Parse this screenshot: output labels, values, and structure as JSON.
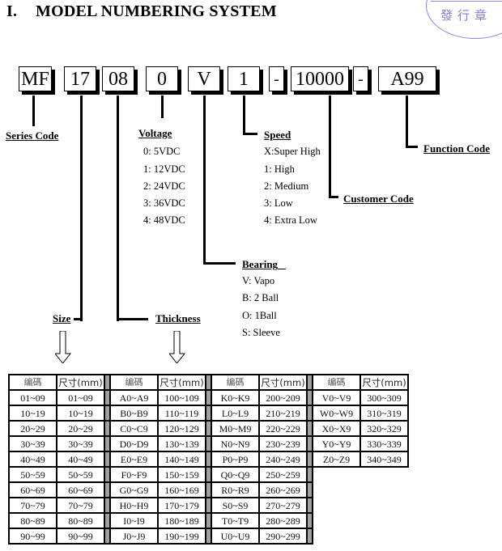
{
  "title": {
    "number": "I.",
    "text": "MODEL NUMBERING SYSTEM"
  },
  "stamp": {
    "text": "發行章",
    "color": "#8080cc"
  },
  "code_boxes": [
    {
      "id": "series",
      "value": "MF"
    },
    {
      "id": "size",
      "value": "17"
    },
    {
      "id": "thickness",
      "value": "08"
    },
    {
      "id": "voltage",
      "value": "0"
    },
    {
      "id": "bearing",
      "value": "V"
    },
    {
      "id": "speed",
      "value": "1"
    },
    {
      "id": "dash1",
      "value": "-"
    },
    {
      "id": "customer",
      "value": "10000"
    },
    {
      "id": "dash2",
      "value": "-"
    },
    {
      "id": "function",
      "value": "A99"
    }
  ],
  "labels": {
    "series": "Series Code",
    "voltage": "Voltage",
    "speed": "Speed",
    "function": "Function Code",
    "customer": "Customer Code",
    "bearing": "Bearing",
    "size": "Size",
    "thickness": "Thickness"
  },
  "voltage_options": [
    "0: 5VDC",
    "1: 12VDC",
    "2: 24VDC",
    "3: 36VDC",
    "4: 48VDC"
  ],
  "speed_options": [
    "X:Super High",
    "1: High",
    "2: Medium",
    "3: Low",
    "4: Extra Low"
  ],
  "bearing_options": [
    "V: Vapo",
    "B: 2 Ball",
    "O: 1Ball",
    "S: Sleeve"
  ],
  "size_table": {
    "headers": {
      "code": "编碼",
      "size": "尺寸(mm)"
    },
    "groups": [
      {
        "rows": [
          [
            "01~09",
            "01~09"
          ],
          [
            "10~19",
            "10~19"
          ],
          [
            "20~29",
            "20~29"
          ],
          [
            "30~39",
            "30~39"
          ],
          [
            "40~49",
            "40~49"
          ],
          [
            "50~59",
            "50~59"
          ],
          [
            "60~69",
            "60~69"
          ],
          [
            "70~79",
            "70~79"
          ],
          [
            "80~89",
            "80~89"
          ],
          [
            "90~99",
            "90~99"
          ]
        ]
      },
      {
        "rows": [
          [
            "A0~A9",
            "100~109"
          ],
          [
            "B0~B9",
            "110~119"
          ],
          [
            "C0~C9",
            "120~129"
          ],
          [
            "D0~D9",
            "130~139"
          ],
          [
            "E0~E9",
            "140~149"
          ],
          [
            "F0~F9",
            "150~159"
          ],
          [
            "G0~G9",
            "160~169"
          ],
          [
            "H0~H9",
            "170~179"
          ],
          [
            "I0~I9",
            "180~189"
          ],
          [
            "J0~J9",
            "190~199"
          ]
        ]
      },
      {
        "rows": [
          [
            "K0~K9",
            "200~209"
          ],
          [
            "L0~L9",
            "210~219"
          ],
          [
            "M0~M9",
            "220~229"
          ],
          [
            "N0~N9",
            "230~239"
          ],
          [
            "P0~P9",
            "240~249"
          ],
          [
            "Q0~Q9",
            "250~259"
          ],
          [
            "R0~R9",
            "260~269"
          ],
          [
            "S0~S9",
            "270~279"
          ],
          [
            "T0~T9",
            "280~289"
          ],
          [
            "U0~U9",
            "290~299"
          ]
        ]
      },
      {
        "rows": [
          [
            "V0~V9",
            "300~309"
          ],
          [
            "W0~W9",
            "310~319"
          ],
          [
            "X0~X9",
            "320~329"
          ],
          [
            "Y0~Y9",
            "330~339"
          ],
          [
            "Z0~Z9",
            "340~349"
          ]
        ]
      }
    ]
  }
}
